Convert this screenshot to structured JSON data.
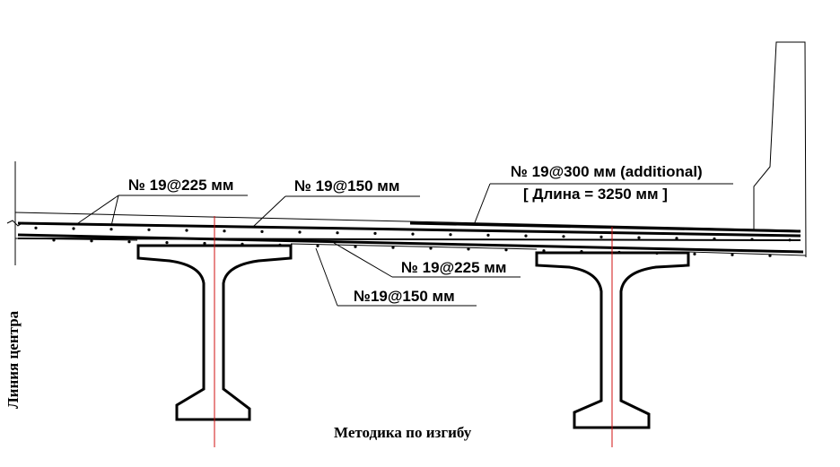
{
  "labels": {
    "rebar_top_225": "№ 19@225 мм",
    "rebar_top_150": "№ 19@150 мм",
    "rebar_additional": "№ 19@300 мм  (additional)",
    "rebar_length": "[ Длина  = 3250 мм ]",
    "rebar_bottom_225": "№ 19@225 мм",
    "rebar_bottom_150": "№19@150 мм",
    "centerline": "Линия центра",
    "caption": "Методика по изгибу"
  },
  "colors": {
    "ink": "#000000",
    "centerline": "#d01010",
    "background": "#ffffff"
  }
}
